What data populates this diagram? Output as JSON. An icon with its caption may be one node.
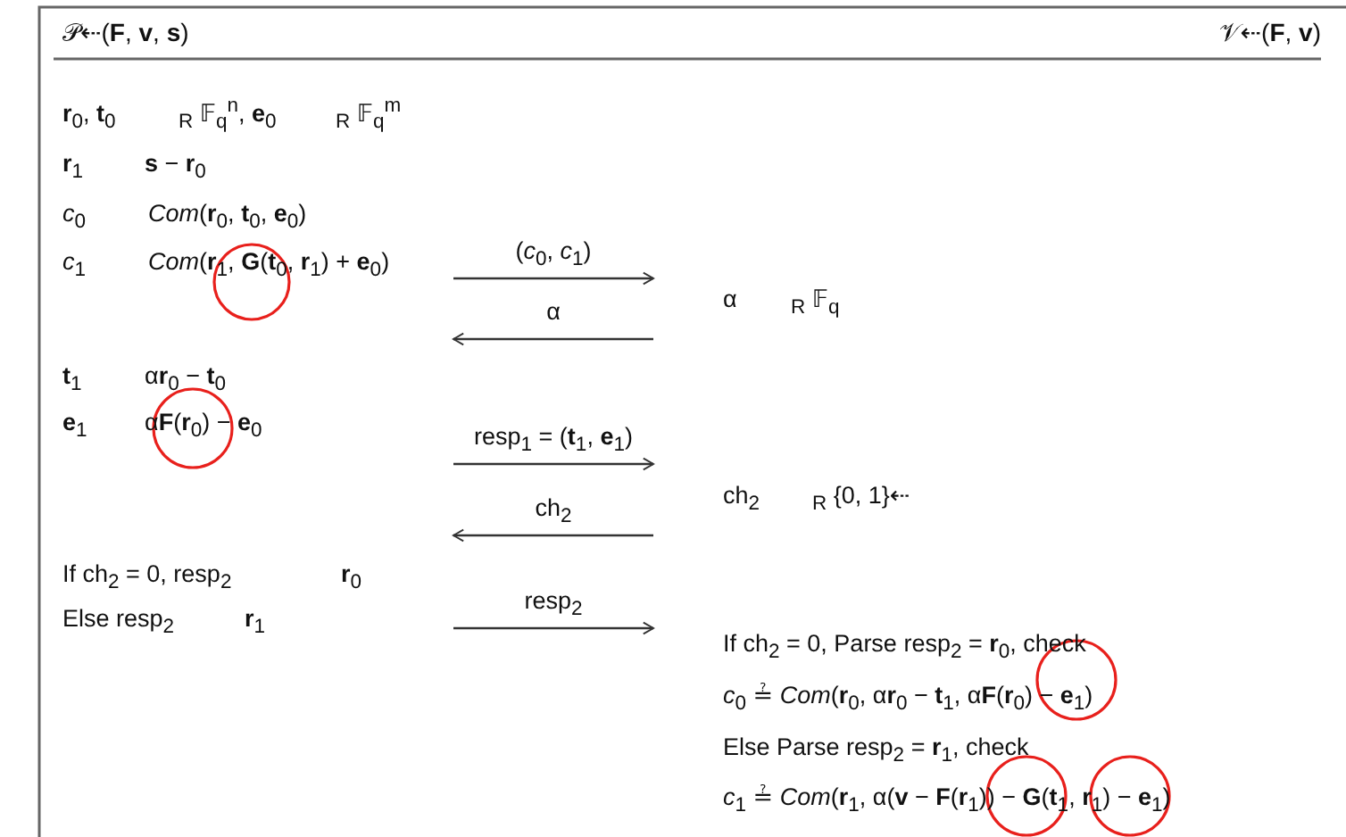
{
  "diagram": {
    "nodes": [
      {
        "text": [
          "𝒫⇠(**F**, **v**, **s**)"
        ]
      },
      {
        "text": [
          "𝒱⇠(**F**, **v**)"
        ]
      },
      {
        "text": [
          "**r**$_{0}$, **t**$_{0}$",
          "$_{R}$ 𝔽$_{q}$$^{n}$, **e**$_{0}$",
          "$_{R}$ 𝔽$_{q}$$^{m}$"
        ]
      },
      {
        "text": [
          "**r**$_{1}$",
          "**s** − **r**$_{0}$"
        ]
      },
      {
        "text": [
          "*c*$_{0}$",
          "*Com*(**r**$_{0}$, **t**$_{0}$, **e**$_{0}$)"
        ]
      },
      {
        "text": [
          "*c*$_{1}$",
          "*Com*(**r**$_{1}$, **G**(**t**$_{0}$, **r**$_{1}$) + **e**$_{0}$)"
        ]
      },
      {
        "text": [
          "α",
          "$_{R}$ 𝔽$_{q}$"
        ]
      },
      {
        "text": [
          "**t**$_{1}$",
          "α**r**$_{0}$ − **t**$_{0}$"
        ]
      },
      {
        "text": [
          "**e**$_{1}$",
          "α**F**(**r**$_{0}$) − **e**$_{0}$"
        ]
      },
      {
        "text": [
          "ch$_{2}$",
          "$_{R}$ {0, 1}⇠"
        ]
      },
      {
        "text": [
          "If ch$_{2}$ = 0,  resp$_{2}$",
          "**r**$_{0}$"
        ]
      },
      {
        "text": [
          "Else resp$_{2}$",
          "**r**$_{1}$"
        ]
      },
      {
        "text": [
          "If ch$_{2}$ = 0,  Parse resp$_{2}$ = **r**$_{0}$,  check",
          "*c*$_{0}$ ≟ *Com*(**r**$_{0}$, α**r**$_{0}$ − **t**$_{1}$, α**F**(**r**$_{0}$) − **e**$_{1}$)",
          "Else  Parse resp$_{2}$ = **r**$_{1}$,  check",
          "*c*$_{1}$ ≟ *Com*(**r**$_{1}$, α(**v** − **F**(**r**$_{1}$)) − **G**(**t**$_{1}$, **r**$_{1}$) − **e**$_{1}$)"
        ]
      }
    ],
    "edges": [
      {
        "from": 5,
        "to": 6,
        "arrow": "to",
        "label": "(*c*$_{0}$, *c*$_{1}$)"
      },
      {
        "from": 6,
        "to": null,
        "arrow": "to",
        "label": "α"
      },
      {
        "from": null,
        "to": 9,
        "arrow": "to",
        "label": "resp$_{1}$ = (**t**$_{1}$, **e**$_{1}$)"
      },
      {
        "from": 9,
        "to": 10,
        "arrow": "to",
        "label": "ch$_{2}$"
      },
      {
        "from": null,
        "to": 12,
        "arrow": "to",
        "label": "resp$_{2}$"
      }
    ]
  }
}
